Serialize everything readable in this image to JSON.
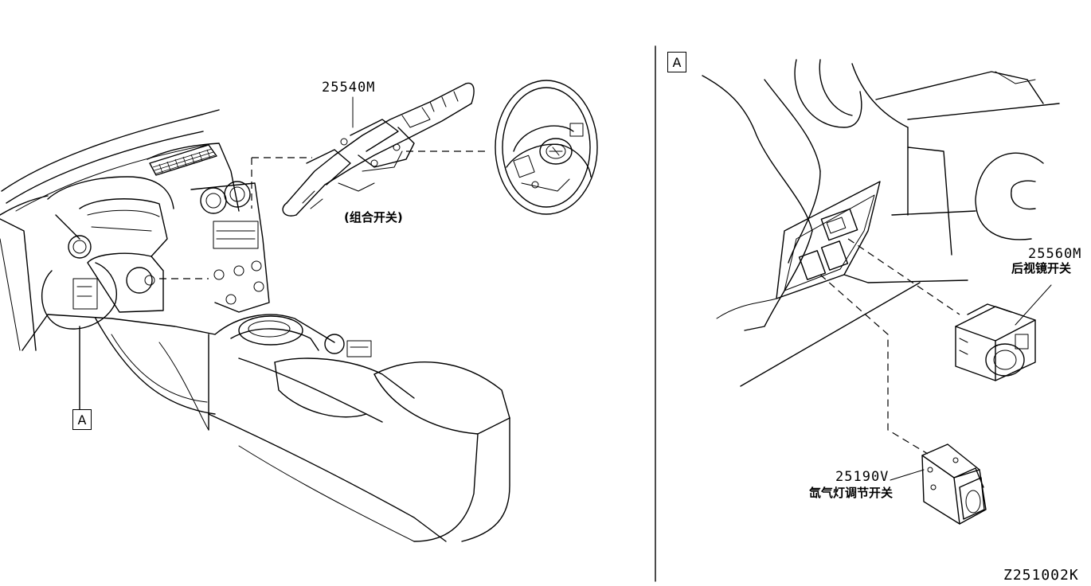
{
  "parts": [
    {
      "part_no": "25540M",
      "name": "(组合开关)"
    },
    {
      "part_no": "25560M",
      "name": "后视镜开关"
    },
    {
      "part_no": "25190V",
      "name": "氙气灯调节开关"
    }
  ],
  "view_refs": {
    "left": "A",
    "right": "A"
  },
  "drawing_code": "Z251002K"
}
